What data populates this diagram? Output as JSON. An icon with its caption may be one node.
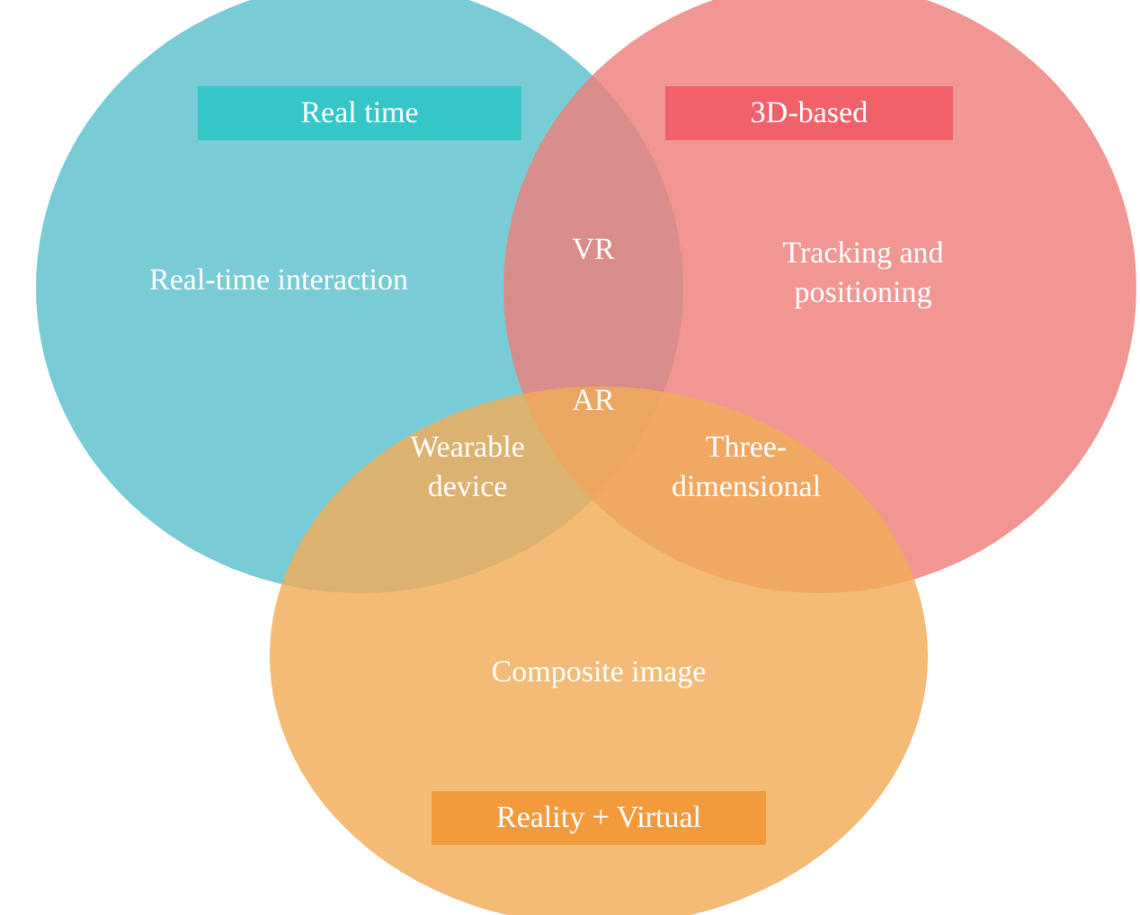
{
  "diagram": {
    "nodes": [
      {
        "text": [
          "Real time",
          "Real-time interaction"
        ]
      },
      {
        "text": [
          "3D-based",
          "Tracking and positioning"
        ]
      },
      {
        "text": [
          "Composite image",
          "Reality + Virtual"
        ]
      }
    ],
    "labels": [
      "VR",
      "AR",
      "Wearable device",
      "Three-dimensional"
    ]
  }
}
